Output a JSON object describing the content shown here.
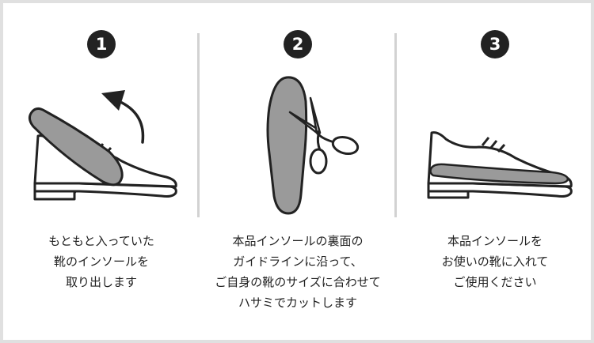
{
  "colors": {
    "ink": "#222222",
    "insole_gray": "#9a9a9a",
    "divider": "#d2d2d2",
    "frame": "#e0e0e0"
  },
  "steps": [
    {
      "number": "1",
      "icons": [
        "shoe-icon",
        "insole-icon",
        "arrow-icon"
      ],
      "caption": [
        "もともと入っていた",
        "靴のインソールを",
        "取り出します"
      ]
    },
    {
      "number": "2",
      "icons": [
        "insole-icon",
        "scissors-icon"
      ],
      "caption": [
        "本品インソールの裏面の",
        "ガイドラインに沿って、",
        "ご自身の靴のサイズに合わせて",
        "ハサミでカットします"
      ]
    },
    {
      "number": "3",
      "icons": [
        "shoe-icon",
        "insole-icon"
      ],
      "caption": [
        "本品インソールを",
        "お使いの靴に入れて",
        "ご使用ください"
      ]
    }
  ]
}
